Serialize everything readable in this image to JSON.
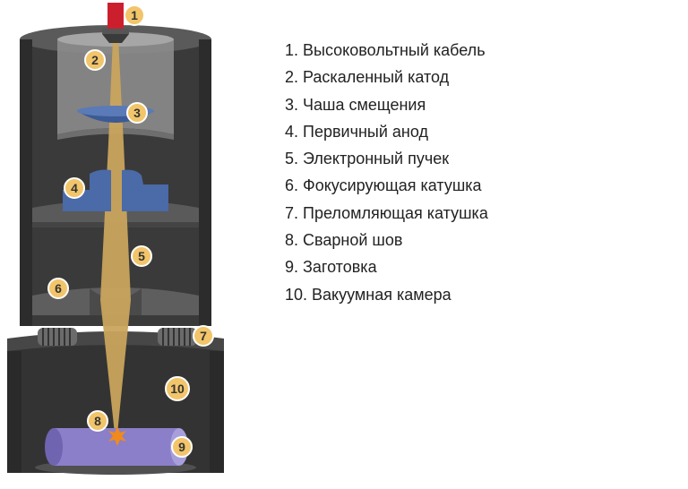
{
  "legend": [
    "1.  Высоковольтный кабель",
    "2.  Раскаленный катод",
    "3.  Чаша смещения",
    "4.  Первичный анод",
    "5.  Электронный пучек",
    "6.  Фокусирующая катушка",
    "7.  Преломляющая катушка",
    "8.  Сварной шов",
    "9.  Заготовка",
    "10. Вакуумная камера"
  ],
  "callouts": [
    "1",
    "2",
    "3",
    "4",
    "5",
    "6",
    "7",
    "8",
    "9",
    "10"
  ],
  "colors": {
    "chamber_dark": "#333333",
    "chamber_mid": "#4a4a4a",
    "disc": "#5a5a5a",
    "beam": "#c9a45c",
    "part_blue": "#4a6aa8",
    "workpiece": "#8a7fc8",
    "cable": "#cc1f2e",
    "badge_fill": "#f2c56b",
    "spark": "#f08a1c"
  },
  "icons": [
    "coil-icon",
    "spark-icon"
  ]
}
